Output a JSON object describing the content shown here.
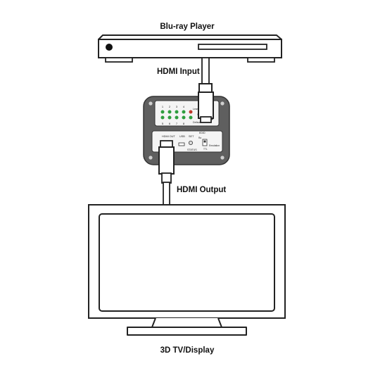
{
  "labels": {
    "source": "Blu-ray Player",
    "input": "HDMI Input",
    "output": "HDMI Output",
    "display": "3D TV/Display"
  },
  "device": {
    "top_panel": {
      "numbers_top": [
        "1",
        "2",
        "3",
        "4"
      ],
      "numbers_bottom": [
        "5",
        "6",
        "7",
        "8"
      ],
      "learned": "Learned",
      "select": "Select",
      "default": "Default"
    },
    "bottom_panel": {
      "hdmi_out": "HDMI OUT",
      "usb": "USB",
      "set": "SET",
      "status": "STATUS",
      "edid": "EDID",
      "emulation": "Emulation",
      "ra": "Ra",
      "ttl": "TTL"
    }
  },
  "colors": {
    "outline": "#222222",
    "led_green": "#2e9e3e",
    "led_red": "#c0392b",
    "device_body": "#5f5f5f",
    "device_panel": "#f4f4f4"
  }
}
